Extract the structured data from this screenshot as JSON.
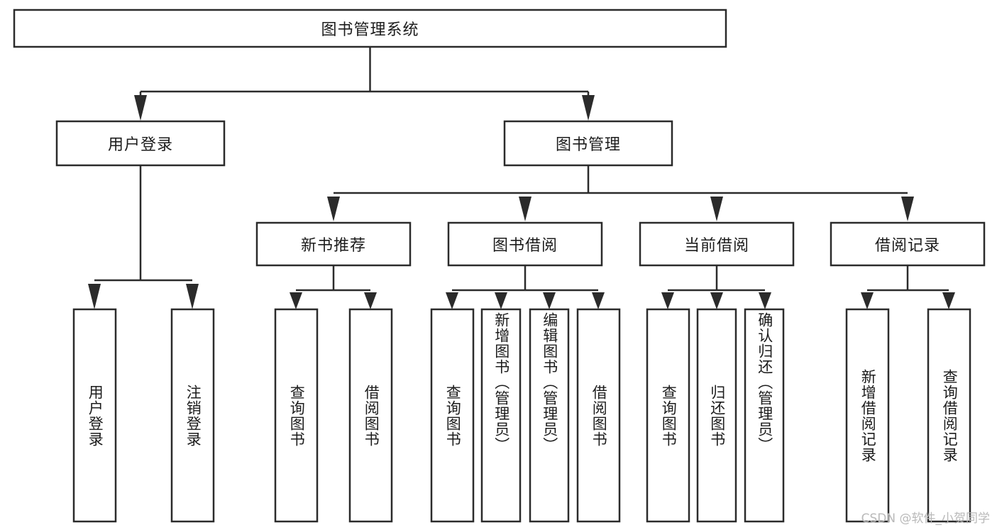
{
  "diagram": {
    "type": "tree-hierarchy",
    "title": "图书管理系统",
    "root": {
      "id": "root",
      "label": "图书管理系统",
      "orientation": "horizontal"
    },
    "level2": [
      {
        "id": "user-login",
        "label": "用户登录",
        "orientation": "horizontal"
      },
      {
        "id": "book-management",
        "label": "图书管理",
        "orientation": "horizontal"
      }
    ],
    "level3": [
      {
        "id": "new-book-recommend",
        "label": "新书推荐",
        "orientation": "horizontal",
        "parent": "book-management"
      },
      {
        "id": "book-borrow",
        "label": "图书借阅",
        "orientation": "horizontal",
        "parent": "book-management"
      },
      {
        "id": "current-borrow",
        "label": "当前借阅",
        "orientation": "horizontal",
        "parent": "book-management"
      },
      {
        "id": "borrow-record",
        "label": "借阅记录",
        "orientation": "horizontal",
        "parent": "book-management"
      }
    ],
    "leaves": [
      {
        "id": "leaf-user-login",
        "label": "用户登录",
        "orientation": "vertical",
        "parent": "user-login"
      },
      {
        "id": "leaf-logout-login",
        "label": "注销登录",
        "orientation": "vertical",
        "parent": "user-login"
      },
      {
        "id": "leaf-query-book-1",
        "label": "查询图书",
        "orientation": "vertical",
        "parent": "new-book-recommend"
      },
      {
        "id": "leaf-borrow-book-1",
        "label": "借阅图书",
        "orientation": "vertical",
        "parent": "new-book-recommend"
      },
      {
        "id": "leaf-query-book-2",
        "label": "查询图书",
        "orientation": "vertical",
        "parent": "book-borrow"
      },
      {
        "id": "leaf-add-book",
        "label": "新增图书（管理员）",
        "orientation": "vertical",
        "parent": "book-borrow"
      },
      {
        "id": "leaf-edit-book",
        "label": "编辑图书（管理员）",
        "orientation": "vertical",
        "parent": "book-borrow"
      },
      {
        "id": "leaf-borrow-book-2",
        "label": "借阅图书",
        "orientation": "vertical",
        "parent": "book-borrow"
      },
      {
        "id": "leaf-query-book-3",
        "label": "查询图书",
        "orientation": "vertical",
        "parent": "current-borrow"
      },
      {
        "id": "leaf-return-book",
        "label": "归还图书",
        "orientation": "vertical",
        "parent": "current-borrow"
      },
      {
        "id": "leaf-confirm-return",
        "label": "确认归还（管理员）",
        "orientation": "vertical",
        "parent": "current-borrow"
      },
      {
        "id": "leaf-add-borrow-record",
        "label": "新增借阅记录",
        "orientation": "vertical",
        "parent": "borrow-record"
      },
      {
        "id": "leaf-query-borrow-record",
        "label": "查询借阅记录",
        "orientation": "vertical",
        "parent": "borrow-record"
      }
    ],
    "colors": {
      "stroke": "#2b2b2b",
      "fill": "#ffffff",
      "text": "#1c1c1c",
      "watermark": "#b9b9b9",
      "background": "#ffffff"
    }
  },
  "watermark": {
    "text": "CSDN @软件_小贺同学"
  }
}
